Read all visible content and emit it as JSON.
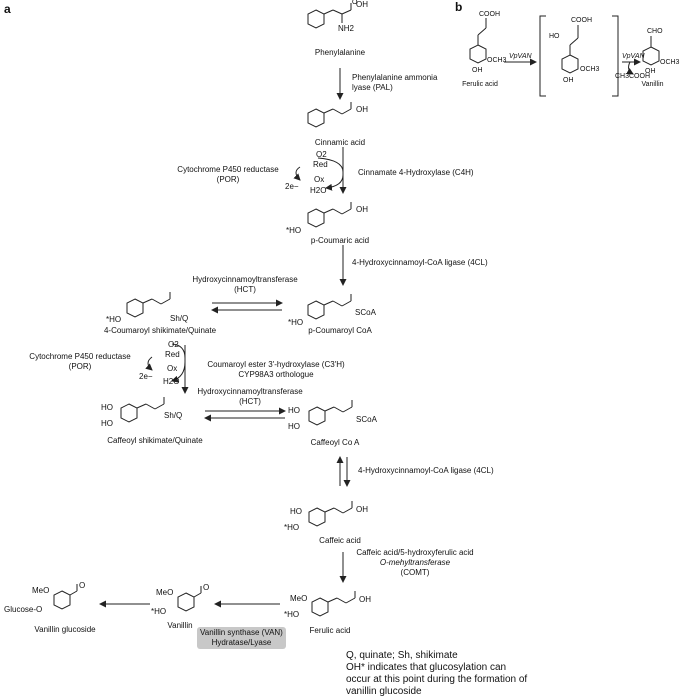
{
  "panels": {
    "a": "a",
    "b": "b"
  },
  "compounds": {
    "phenylalanine": "Phenylalanine",
    "cinnamic": "Cinnamic acid",
    "pcoumaric": "p-Coumaric acid",
    "pcoumaroyl_coa": "p-Coumaroyl CoA",
    "coumaroyl_shikimate": "4-Coumaroyl shikimate/Quinate",
    "caffeoyl_shikimate": "Caffeoyl shikimate/Quinate",
    "caffeoyl_coa": "Caffeoyl Co A",
    "caffeic": "Caffeic acid",
    "ferulic": "Ferulic acid",
    "vanillin": "Vanillin",
    "vanillin_glucoside": "Vanillin glucoside"
  },
  "enzymes": {
    "pal": [
      "Phenylalanine ammonia",
      "lyase (PAL)"
    ],
    "c4h": "Cinnamate 4-Hydroxylase (C4H)",
    "por1": [
      "Cytochrome P450 reductase",
      "(POR)"
    ],
    "cl4_1": "4-Hydroxycinnamoyl-CoA ligase (4CL)",
    "hct1": [
      "Hydroxycinnamoyltransferase",
      "(HCT)"
    ],
    "por2": [
      "Cytochrome P450 reductase",
      "(POR)"
    ],
    "c3h": [
      "Coumaroyl ester 3'-hydroxylase (C3'H)",
      "CYP98A3 orthologue"
    ],
    "hct2": [
      "Hydroxycinnamoyltransferase",
      "(HCT)"
    ],
    "cl4_2": "4-Hydroxycinnamoyl-CoA ligase (4CL)",
    "comt": [
      "Caffeic acid/5-hydroxyferulic acid",
      "O-mehyltransferase",
      "(COMT)"
    ],
    "van": [
      "Vanillin synthase (VAN)",
      "Hydratase/Lyase"
    ]
  },
  "cofactors": {
    "o2": "O2",
    "red": "Red",
    "ox": "Ox",
    "h2o": "H2O",
    "e": "2e−"
  },
  "groups": {
    "nh2": "NH2",
    "oh": "OH",
    "o": "O",
    "ho_star": "*HO",
    "sh_q": "Sh/Q",
    "scoa": "SCoA",
    "ho": "HO",
    "meo": "MeO",
    "glucose_o": "Glucose-O",
    "cooh": "COOH",
    "cho": "CHO",
    "och3": "OCH3"
  },
  "panel_b": {
    "ferulic": "Ferulic acid",
    "vanillin": "Vanillin",
    "enzyme1": "VpVAN",
    "enzyme2": "VpVAN",
    "byproduct": "CH3COOH"
  },
  "notes": [
    "Q, quinate; Sh, shikimate",
    "OH* indicates that glucosylation can",
    "occur at this point during the formation of",
    "vanillin glucoside"
  ]
}
